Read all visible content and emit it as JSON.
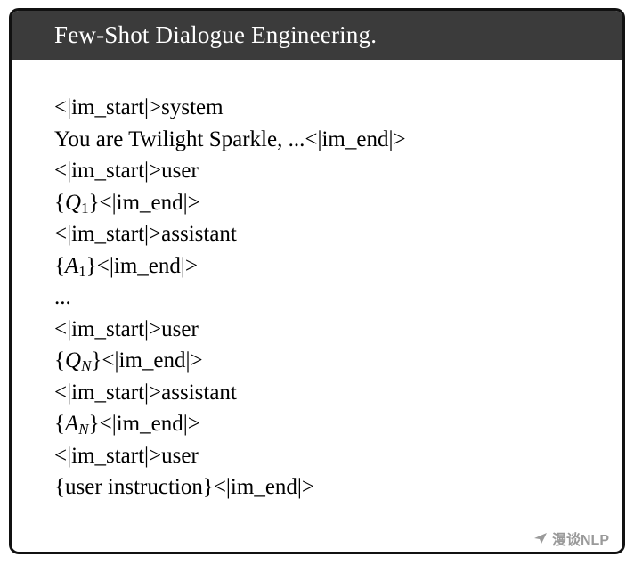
{
  "header": {
    "title": "Few-Shot Dialogue Engineering."
  },
  "prompt_lines": [
    [
      {
        "t": "p",
        "s": "<|im_start|>system"
      }
    ],
    [
      {
        "t": "p",
        "s": "You are Twilight Sparkle, ...<|im_end|>"
      }
    ],
    [
      {
        "t": "p",
        "s": "<|im_start|>user"
      }
    ],
    [
      {
        "t": "p",
        "s": "{"
      },
      {
        "t": "i",
        "s": "Q"
      },
      {
        "t": "s",
        "s": "1"
      },
      {
        "t": "p",
        "s": "}<|im_end|>"
      }
    ],
    [
      {
        "t": "p",
        "s": "<|im_start|>assistant"
      }
    ],
    [
      {
        "t": "p",
        "s": "{"
      },
      {
        "t": "i",
        "s": "A"
      },
      {
        "t": "s",
        "s": "1"
      },
      {
        "t": "p",
        "s": "}<|im_end|>"
      }
    ],
    [
      {
        "t": "p",
        "s": "..."
      }
    ],
    [
      {
        "t": "p",
        "s": "<|im_start|>user"
      }
    ],
    [
      {
        "t": "p",
        "s": "{"
      },
      {
        "t": "i",
        "s": "Q"
      },
      {
        "t": "si",
        "s": "N"
      },
      {
        "t": "p",
        "s": "}<|im_end|>"
      }
    ],
    [
      {
        "t": "p",
        "s": "<|im_start|>assistant"
      }
    ],
    [
      {
        "t": "p",
        "s": "{"
      },
      {
        "t": "i",
        "s": "A"
      },
      {
        "t": "si",
        "s": "N"
      },
      {
        "t": "p",
        "s": "}<|im_end|>"
      }
    ],
    [
      {
        "t": "p",
        "s": "<|im_start|>user"
      }
    ],
    [
      {
        "t": "p",
        "s": "{user instruction}<|im_end|>"
      }
    ]
  ],
  "watermark": {
    "text": "漫谈NLP"
  },
  "colors": {
    "header_bg": "#3b3b3b",
    "header_text": "#ffffff",
    "border": "#111111",
    "watermark": "#9a9a9a"
  }
}
